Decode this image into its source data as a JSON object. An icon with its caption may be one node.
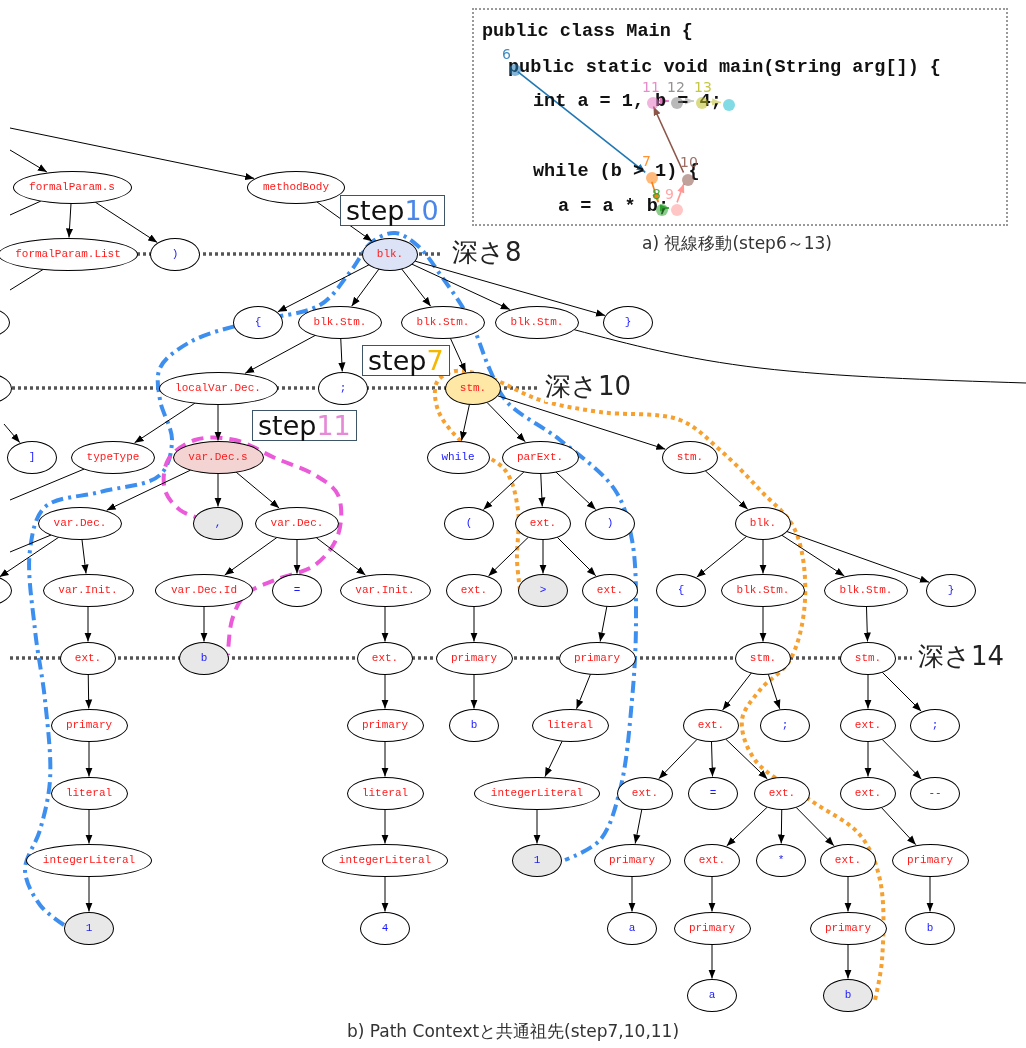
{
  "diagram": {
    "nodes": [
      {
        "text": [
          "public class Main {",
          "public static void main(String arg[]) {",
          "int a = 1, b = 4;",
          "while (b > 1) {",
          "a = a * b;"
        ]
      },
      {
        "text": [],
        "shape": "circle",
        "in": 0,
        "beside": [
          "6"
        ]
      },
      {
        "text": [],
        "shape": "circle",
        "in": 0,
        "beside": [
          "7"
        ]
      },
      {
        "text": [],
        "shape": "circle",
        "in": 0,
        "beside": [
          "8"
        ]
      },
      {
        "text": [],
        "shape": "circle",
        "in": 0,
        "beside": [
          "9"
        ]
      },
      {
        "text": [],
        "shape": "circle",
        "in": 0,
        "beside": [
          "10"
        ]
      },
      {
        "text": [],
        "shape": "circle",
        "in": 0,
        "beside": [
          "11"
        ]
      },
      {
        "text": [],
        "shape": "circle",
        "in": 0,
        "beside": [
          "12"
        ]
      },
      {
        "text": [],
        "shape": "circle",
        "in": 0,
        "beside": [
          "13"
        ]
      },
      {
        "text": [],
        "shape": "circle",
        "in": 0
      },
      {
        "text": [
          "formalParam.s"
        ]
      },
      {
        "text": [
          "methodBody"
        ]
      },
      {
        "text": [
          "formalParam.List"
        ]
      },
      {
        "text": [
          ")"
        ]
      },
      {
        "text": [
          "blk."
        ]
      },
      {
        "text": [],
        "shape": "ellipse"
      },
      {
        "text": [
          "{"
        ]
      },
      {
        "text": [
          "blk.Stm."
        ]
      },
      {
        "text": [
          "blk.Stm."
        ]
      },
      {
        "text": [
          "blk.Stm."
        ]
      },
      {
        "text": [
          "}"
        ]
      },
      {
        "text": [],
        "shape": "ellipse"
      },
      {
        "text": [
          "localVar.Dec."
        ]
      },
      {
        "text": [
          ";"
        ]
      },
      {
        "text": [
          "stm."
        ]
      },
      {
        "text": [
          "]"
        ]
      },
      {
        "text": [
          "typeType"
        ]
      },
      {
        "text": [
          "var.Dec.s"
        ]
      },
      {
        "text": [
          "while"
        ]
      },
      {
        "text": [
          "parExt."
        ]
      },
      {
        "text": [
          "stm."
        ]
      },
      {
        "text": [
          "var.Dec."
        ]
      },
      {
        "text": [
          ","
        ]
      },
      {
        "text": [
          "var.Dec."
        ]
      },
      {
        "text": [
          "("
        ]
      },
      {
        "text": [
          "ext."
        ]
      },
      {
        "text": [
          ")"
        ]
      },
      {
        "text": [
          "blk."
        ]
      },
      {
        "text": [],
        "shape": "ellipse"
      },
      {
        "text": [
          "var.Init."
        ]
      },
      {
        "text": [
          "var.Dec.Id"
        ]
      },
      {
        "text": [
          "="
        ]
      },
      {
        "text": [
          "var.Init."
        ]
      },
      {
        "text": [
          "ext."
        ]
      },
      {
        "text": [
          ">"
        ]
      },
      {
        "text": [
          "ext."
        ]
      },
      {
        "text": [
          "{"
        ]
      },
      {
        "text": [
          "blk.Stm."
        ]
      },
      {
        "text": [
          "blk.Stm."
        ]
      },
      {
        "text": [
          "}"
        ]
      },
      {
        "text": [
          "ext."
        ]
      },
      {
        "text": [
          "b"
        ]
      },
      {
        "text": [
          "ext."
        ]
      },
      {
        "text": [
          "primary"
        ]
      },
      {
        "text": [
          "primary"
        ]
      },
      {
        "text": [
          "stm."
        ]
      },
      {
        "text": [
          "stm."
        ]
      },
      {
        "text": [
          "primary"
        ]
      },
      {
        "text": [
          "primary"
        ]
      },
      {
        "text": [
          "b"
        ]
      },
      {
        "text": [
          "literal"
        ]
      },
      {
        "text": [
          "ext."
        ]
      },
      {
        "text": [
          ";"
        ]
      },
      {
        "text": [
          "ext."
        ]
      },
      {
        "text": [
          ";"
        ]
      },
      {
        "text": [
          "literal"
        ]
      },
      {
        "text": [
          "literal"
        ]
      },
      {
        "text": [
          "integerLiteral"
        ]
      },
      {
        "text": [
          "ext."
        ]
      },
      {
        "text": [
          "="
        ]
      },
      {
        "text": [
          "ext."
        ]
      },
      {
        "text": [
          "ext."
        ]
      },
      {
        "text": [
          "--"
        ]
      },
      {
        "text": [
          "integerLiteral"
        ]
      },
      {
        "text": [
          "integerLiteral"
        ]
      },
      {
        "text": [
          "1"
        ]
      },
      {
        "text": [
          "primary"
        ]
      },
      {
        "text": [
          "ext."
        ]
      },
      {
        "text": [
          "*"
        ]
      },
      {
        "text": [
          "ext."
        ]
      },
      {
        "text": [
          "primary"
        ]
      },
      {
        "text": [
          "1"
        ]
      },
      {
        "text": [
          "4"
        ]
      },
      {
        "text": [
          "a"
        ]
      },
      {
        "text": [
          "primary"
        ]
      },
      {
        "text": [
          "primary"
        ]
      },
      {
        "text": [
          "b"
        ]
      },
      {
        "text": [
          "a"
        ]
      },
      {
        "text": [
          "b"
        ]
      }
    ],
    "edges": [
      {
        "from": null,
        "to": 11,
        "arrow": "to"
      },
      {
        "from": null,
        "to": 10,
        "arrow": "to"
      },
      {
        "from": 10,
        "to": null,
        "arrow": "none"
      },
      {
        "from": 10,
        "to": 12,
        "arrow": "to"
      },
      {
        "from": 10,
        "to": 13,
        "arrow": "to"
      },
      {
        "from": 11,
        "to": 14,
        "arrow": "to"
      },
      {
        "from": 12,
        "to": null,
        "arrow": "none"
      },
      {
        "from": 14,
        "to": 16,
        "arrow": "to"
      },
      {
        "from": 14,
        "to": 17,
        "arrow": "to"
      },
      {
        "from": 14,
        "to": 18,
        "arrow": "to"
      },
      {
        "from": 14,
        "to": 19,
        "arrow": "to"
      },
      {
        "from": 14,
        "to": 20,
        "arrow": "to"
      },
      {
        "from": 19,
        "to": null,
        "arrow": "none"
      },
      {
        "from": 17,
        "to": 22,
        "arrow": "to"
      },
      {
        "from": 17,
        "to": 23,
        "arrow": "to"
      },
      {
        "from": 18,
        "to": 24,
        "arrow": "to"
      },
      {
        "from": null,
        "to": 25,
        "arrow": "to"
      },
      {
        "from": 22,
        "to": 26,
        "arrow": "to"
      },
      {
        "from": 22,
        "to": 27,
        "arrow": "to"
      },
      {
        "from": 26,
        "to": null,
        "arrow": "none"
      },
      {
        "from": 24,
        "to": 28,
        "arrow": "to"
      },
      {
        "from": 24,
        "to": 29,
        "arrow": "to"
      },
      {
        "from": 24,
        "to": 30,
        "arrow": "to"
      },
      {
        "from": 27,
        "to": 31,
        "arrow": "to"
      },
      {
        "from": 27,
        "to": 32,
        "arrow": "to"
      },
      {
        "from": 27,
        "to": 33,
        "arrow": "to"
      },
      {
        "from": 29,
        "to": 34,
        "arrow": "to"
      },
      {
        "from": 29,
        "to": 35,
        "arrow": "to"
      },
      {
        "from": 29,
        "to": 36,
        "arrow": "to"
      },
      {
        "from": 30,
        "to": 37,
        "arrow": "to"
      },
      {
        "from": 31,
        "to": null,
        "arrow": "none"
      },
      {
        "from": 31,
        "to": 38,
        "arrow": "to"
      },
      {
        "from": 31,
        "to": 39,
        "arrow": "to"
      },
      {
        "from": 33,
        "to": 40,
        "arrow": "to"
      },
      {
        "from": 33,
        "to": 41,
        "arrow": "to"
      },
      {
        "from": 33,
        "to": 42,
        "arrow": "to"
      },
      {
        "from": 35,
        "to": 43,
        "arrow": "to"
      },
      {
        "from": 35,
        "to": 44,
        "arrow": "to"
      },
      {
        "from": 35,
        "to": 45,
        "arrow": "to"
      },
      {
        "from": 37,
        "to": 46,
        "arrow": "to"
      },
      {
        "from": 37,
        "to": 47,
        "arrow": "to"
      },
      {
        "from": 37,
        "to": 48,
        "arrow": "to"
      },
      {
        "from": 37,
        "to": 49,
        "arrow": "to"
      },
      {
        "from": 39,
        "to": 50,
        "arrow": "to"
      },
      {
        "from": 40,
        "to": 51,
        "arrow": "to"
      },
      {
        "from": 42,
        "to": 52,
        "arrow": "to"
      },
      {
        "from": 43,
        "to": 53,
        "arrow": "to"
      },
      {
        "from": 45,
        "to": 54,
        "arrow": "to"
      },
      {
        "from": 47,
        "to": 55,
        "arrow": "to"
      },
      {
        "from": 48,
        "to": 56,
        "arrow": "to"
      },
      {
        "from": 50,
        "to": 57,
        "arrow": "to"
      },
      {
        "from": 52,
        "to": 58,
        "arrow": "to"
      },
      {
        "from": 53,
        "to": 59,
        "arrow": "to"
      },
      {
        "from": 54,
        "to": 60,
        "arrow": "to"
      },
      {
        "from": 55,
        "to": 61,
        "arrow": "to"
      },
      {
        "from": 55,
        "to": 62,
        "arrow": "to"
      },
      {
        "from": 56,
        "to": 63,
        "arrow": "to"
      },
      {
        "from": 56,
        "to": 64,
        "arrow": "to"
      },
      {
        "from": 57,
        "to": 65,
        "arrow": "to"
      },
      {
        "from": 58,
        "to": 66,
        "arrow": "to"
      },
      {
        "from": 60,
        "to": 67,
        "arrow": "to"
      },
      {
        "from": 61,
        "to": 68,
        "arrow": "to"
      },
      {
        "from": 61,
        "to": 69,
        "arrow": "to"
      },
      {
        "from": 61,
        "to": 70,
        "arrow": "to"
      },
      {
        "from": 63,
        "to": 71,
        "arrow": "to"
      },
      {
        "from": 63,
        "to": 72,
        "arrow": "to"
      },
      {
        "from": 65,
        "to": 73,
        "arrow": "to"
      },
      {
        "from": 66,
        "to": 74,
        "arrow": "to"
      },
      {
        "from": 67,
        "to": 75,
        "arrow": "to"
      },
      {
        "from": 68,
        "to": 76,
        "arrow": "to"
      },
      {
        "from": 70,
        "to": 77,
        "arrow": "to"
      },
      {
        "from": 70,
        "to": 78,
        "arrow": "to"
      },
      {
        "from": 70,
        "to": 79,
        "arrow": "to"
      },
      {
        "from": 71,
        "to": 80,
        "arrow": "to"
      },
      {
        "from": 73,
        "to": 81,
        "arrow": "to"
      },
      {
        "from": 74,
        "to": 82,
        "arrow": "to"
      },
      {
        "from": 76,
        "to": 83,
        "arrow": "to"
      },
      {
        "from": 77,
        "to": 84,
        "arrow": "to"
      },
      {
        "from": 79,
        "to": 85,
        "arrow": "to"
      },
      {
        "from": 80,
        "to": 86,
        "arrow": "to"
      },
      {
        "from": 84,
        "to": 87,
        "arrow": "to"
      },
      {
        "from": 85,
        "to": 88,
        "arrow": "to"
      },
      {
        "from": 1,
        "to": 2,
        "arrow": "to",
        "color": "#1f77b4"
      },
      {
        "from": 2,
        "to": 3,
        "arrow": "to",
        "color": "#ff7f0e"
      },
      {
        "from": 3,
        "to": 4,
        "arrow": "to",
        "color": "#2ca02c"
      },
      {
        "from": 4,
        "to": 5,
        "arrow": "to",
        "color": "#ff9896"
      },
      {
        "from": 5,
        "to": 6,
        "arrow": "to",
        "color": "#8c564b"
      },
      {
        "from": 6,
        "to": 7,
        "arrow": "to",
        "color": "#e377c2"
      },
      {
        "from": 7,
        "to": 8,
        "arrow": "to",
        "color": "#c7c7c7"
      },
      {
        "from": 8,
        "to": 9,
        "arrow": "to",
        "color": "#dbdb8d"
      }
    ],
    "labels": [
      "step10",
      "step7",
      "step11",
      "深さ8",
      "深さ10",
      "深さ14",
      "a) 視線移動(step6～13)",
      "b) Path Contextと共通祖先(step7,10,11)"
    ]
  }
}
